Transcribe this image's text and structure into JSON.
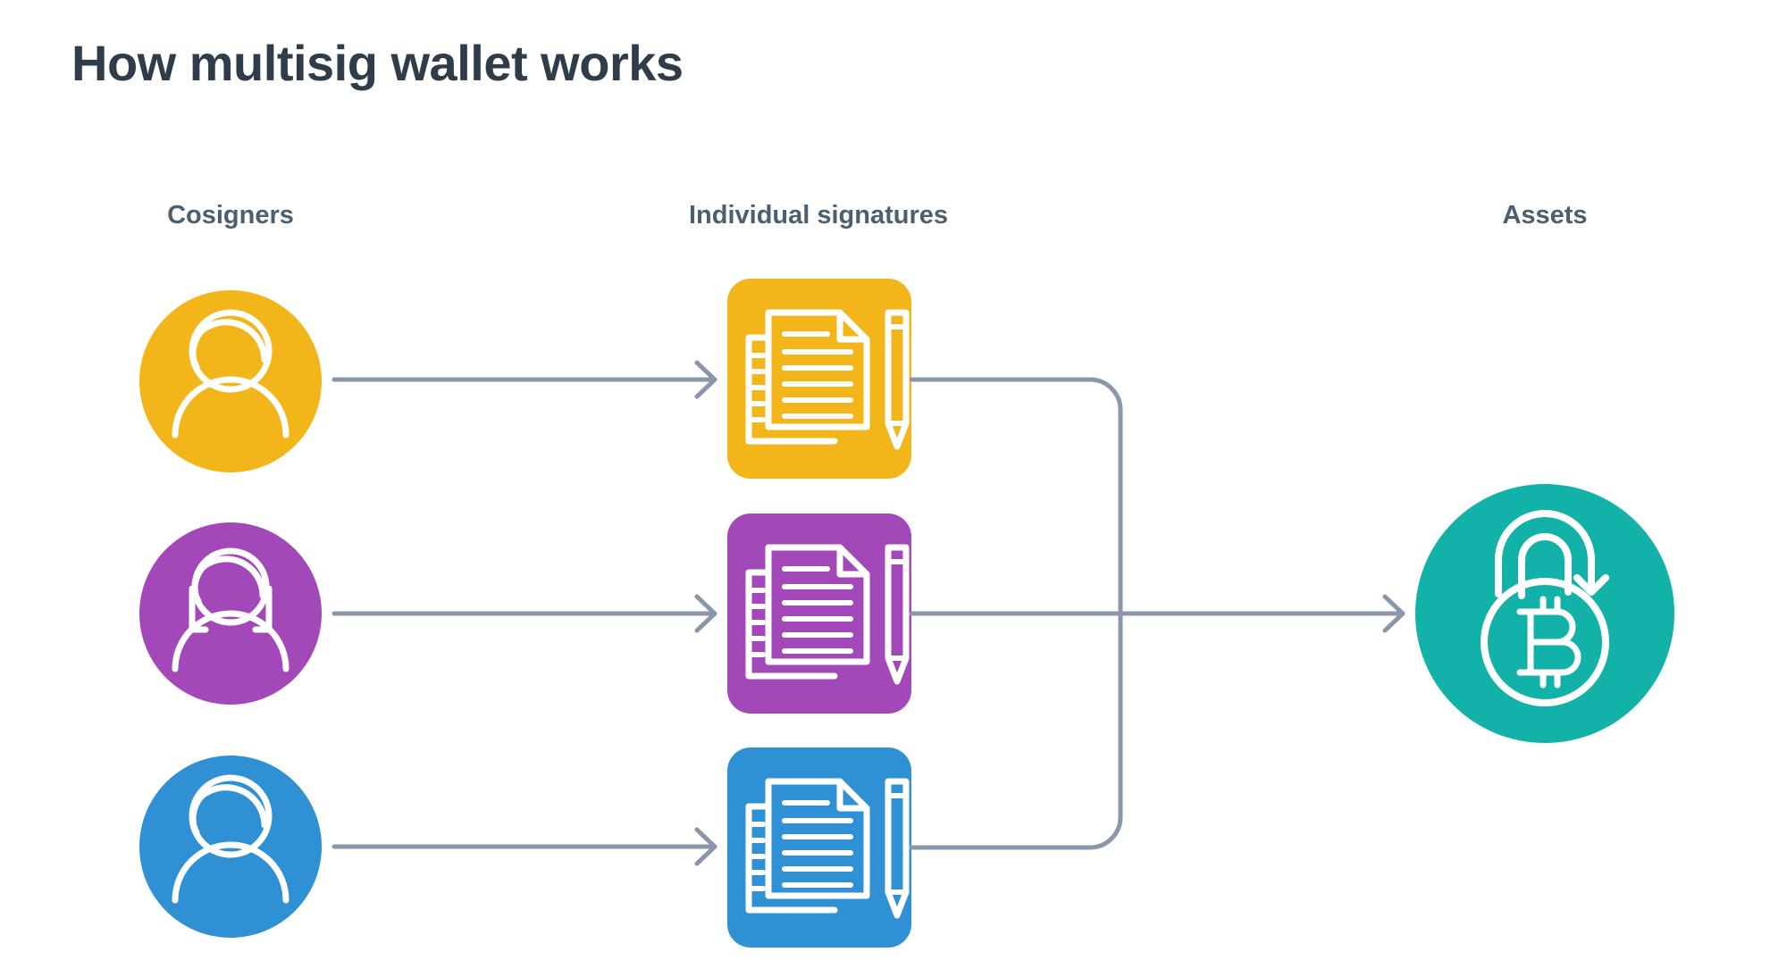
{
  "page": {
    "title": "How multisig wallet works",
    "background_color": "#ffffff",
    "title_color": "#2e3d49"
  },
  "columns": [
    {
      "id": "cosigners",
      "label": "Cosigners"
    },
    {
      "id": "signatures",
      "label": "Individual signatures"
    },
    {
      "id": "assets",
      "label": "Assets"
    }
  ],
  "header_color": "#4c5f6e",
  "connector_color": "#8a97ab",
  "rows": [
    {
      "id": "row-1",
      "color": "#f2b61b",
      "cosigner_icon": "person-short-hair-icon",
      "signature_icon": "signed-document-pencil-icon"
    },
    {
      "id": "row-2",
      "color": "#a348b8",
      "cosigner_icon": "person-long-hair-icon",
      "signature_icon": "signed-document-pencil-icon"
    },
    {
      "id": "row-3",
      "color": "#2f91d3",
      "cosigner_icon": "person-short-hair-icon",
      "signature_icon": "signed-document-pencil-icon"
    }
  ],
  "assets": {
    "color": "#13b2a8",
    "icon": "bitcoin-padlock-icon",
    "symbol": "₿"
  },
  "chart_data": {
    "type": "diagram",
    "title": "How multisig wallet works",
    "stages": [
      "Cosigners",
      "Individual signatures",
      "Assets"
    ],
    "nodes": [
      {
        "stage": "Cosigners",
        "index": 1,
        "icon": "person-short-hair-icon",
        "color": "#f2b61b"
      },
      {
        "stage": "Cosigners",
        "index": 2,
        "icon": "person-long-hair-icon",
        "color": "#a348b8"
      },
      {
        "stage": "Cosigners",
        "index": 3,
        "icon": "person-short-hair-icon",
        "color": "#2f91d3"
      },
      {
        "stage": "Individual signatures",
        "index": 1,
        "icon": "signed-document-pencil-icon",
        "color": "#f2b61b"
      },
      {
        "stage": "Individual signatures",
        "index": 2,
        "icon": "signed-document-pencil-icon",
        "color": "#a348b8"
      },
      {
        "stage": "Individual signatures",
        "index": 3,
        "icon": "signed-document-pencil-icon",
        "color": "#2f91d3"
      },
      {
        "stage": "Assets",
        "index": 1,
        "icon": "bitcoin-padlock-icon",
        "color": "#13b2a8"
      }
    ],
    "edges": [
      {
        "from": "Cosigners 1",
        "to": "Individual signatures 1",
        "style": "arrow"
      },
      {
        "from": "Cosigners 2",
        "to": "Individual signatures 2",
        "style": "arrow"
      },
      {
        "from": "Cosigners 3",
        "to": "Individual signatures 3",
        "style": "arrow"
      },
      {
        "from": "Individual signatures 1",
        "to": "Assets 1",
        "style": "merge-bracket"
      },
      {
        "from": "Individual signatures 2",
        "to": "Assets 1",
        "style": "merge-bracket"
      },
      {
        "from": "Individual signatures 3",
        "to": "Assets 1",
        "style": "merge-bracket"
      }
    ]
  }
}
